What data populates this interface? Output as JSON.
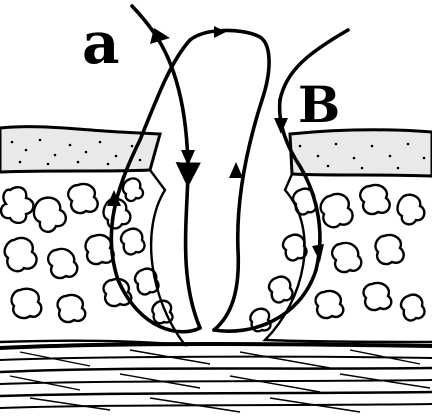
{
  "figure": {
    "labels": {
      "left": "a",
      "right": "B"
    },
    "colors": {
      "ink": "#000000",
      "paper": "#ffffff"
    },
    "layers": [
      "epidermis-band",
      "lobulated-fat-layer",
      "fascia-muscle-band"
    ]
  }
}
